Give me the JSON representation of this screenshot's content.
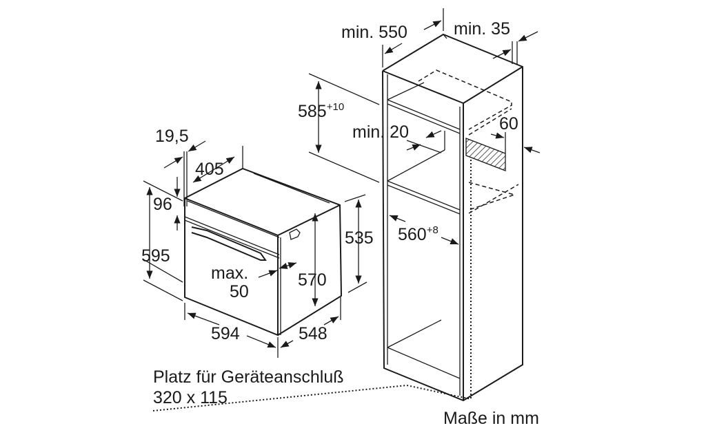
{
  "dimensions": {
    "oven_19_5": "19,5",
    "oven_405": "405",
    "oven_96": "96",
    "oven_595": "595",
    "oven_max": "max.",
    "oven_50": "50",
    "oven_570": "570",
    "oven_535": "535",
    "oven_594": "594",
    "oven_548": "548",
    "cab_min550": "min. 550",
    "cab_min35": "min. 35",
    "cab_585": "585",
    "cab_585_tol": "+10",
    "cab_min20": "min. 20",
    "cab_60": "60",
    "cab_560": "560",
    "cab_560_tol": "+8"
  },
  "notes": {
    "connection_line1": "Platz für Geräteanschluß",
    "connection_line2": "320 x 115",
    "units": "Maße in mm"
  }
}
